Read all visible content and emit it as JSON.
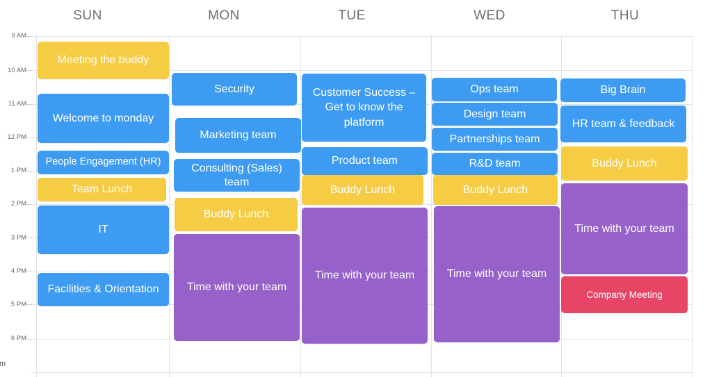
{
  "days": [
    "SUN",
    "MON",
    "TUE",
    "WED",
    "THU"
  ],
  "times": [
    "9 AM",
    "10 AM",
    "11 AM",
    "12 PM",
    "1 PM",
    "2 PM",
    "3 PM",
    "4 PM",
    "5 PM",
    "6 PM"
  ],
  "colors": {
    "meeting_blue": "#3d9cf2",
    "lunch_yellow": "#f7cc45",
    "team_purple": "#9661c9",
    "company_red": "#e84566"
  },
  "events": {
    "sun_meeting_buddy": "Meeting the buddy",
    "sun_welcome": "Welcome to monday",
    "sun_people_engagement": "People Engagement (HR)",
    "sun_team_lunch": "Team Lunch",
    "sun_it": "IT",
    "sun_facilities": "Facilities & Orientation",
    "mon_security": "Security",
    "mon_marketing": "Marketing team",
    "mon_consulting": "Consulting (Sales) team",
    "mon_buddy_lunch": "Buddy Lunch",
    "mon_time_team": "Time with your team",
    "tue_customer_success": "Customer Success – Get to know the platform",
    "tue_product": "Product team",
    "tue_buddy_lunch": "Buddy Lunch",
    "tue_time_team": "Time with your team",
    "wed_ops": "Ops team",
    "wed_design": "Design team",
    "wed_partnerships": "Partnerships team",
    "wed_rd": "R&D team",
    "wed_buddy_lunch": "Buddy Lunch",
    "wed_time_team": "Time with your team",
    "thu_big_brain": "Big Brain",
    "thu_hr_feedback": "HR team & feedback",
    "thu_buddy_lunch": "Buddy Lunch",
    "thu_time_team": "Time with your team",
    "thu_company_meeting": "Company Meeting"
  },
  "edge_text": "m"
}
